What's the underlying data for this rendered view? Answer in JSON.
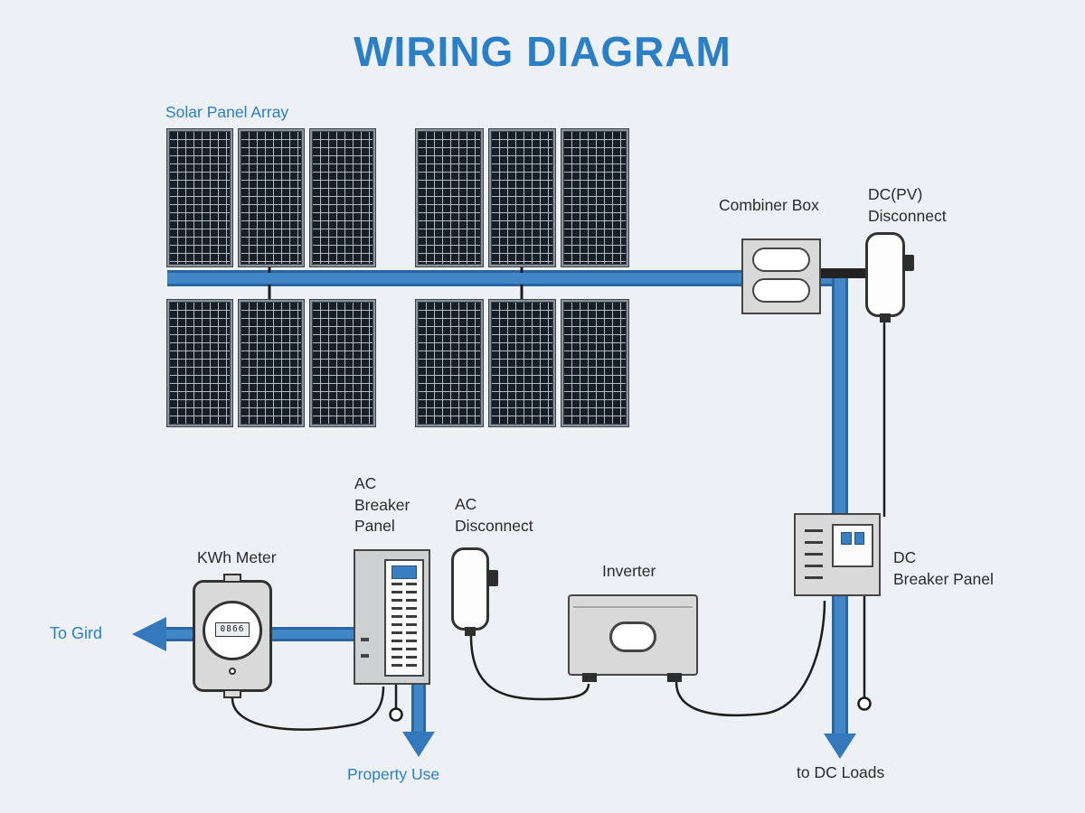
{
  "title": "WIRING DIAGRAM",
  "labels": {
    "solar_array": "Solar Panel Array",
    "combiner_box": "Combiner Box",
    "dc_pv_disconnect": "DC(PV)\nDisconnect",
    "dc_breaker_panel": "DC\nBreaker Panel",
    "inverter": "Inverter",
    "ac_breaker_panel": "AC\nBreaker\nPanel",
    "ac_disconnect": "AC\nDisconnect",
    "kwh_meter": "KWh Meter",
    "to_grid": "To Gird",
    "property_use": "Property Use",
    "to_dc_loads": "to DC Loads"
  },
  "meter": {
    "reading": "0866"
  },
  "colors": {
    "accent_blue": "#2b7fc7",
    "wire_blue": "#4187c8",
    "background": "#edf0f4",
    "panel_cell": "#161e28",
    "component_gray": "#d9d9d9"
  }
}
